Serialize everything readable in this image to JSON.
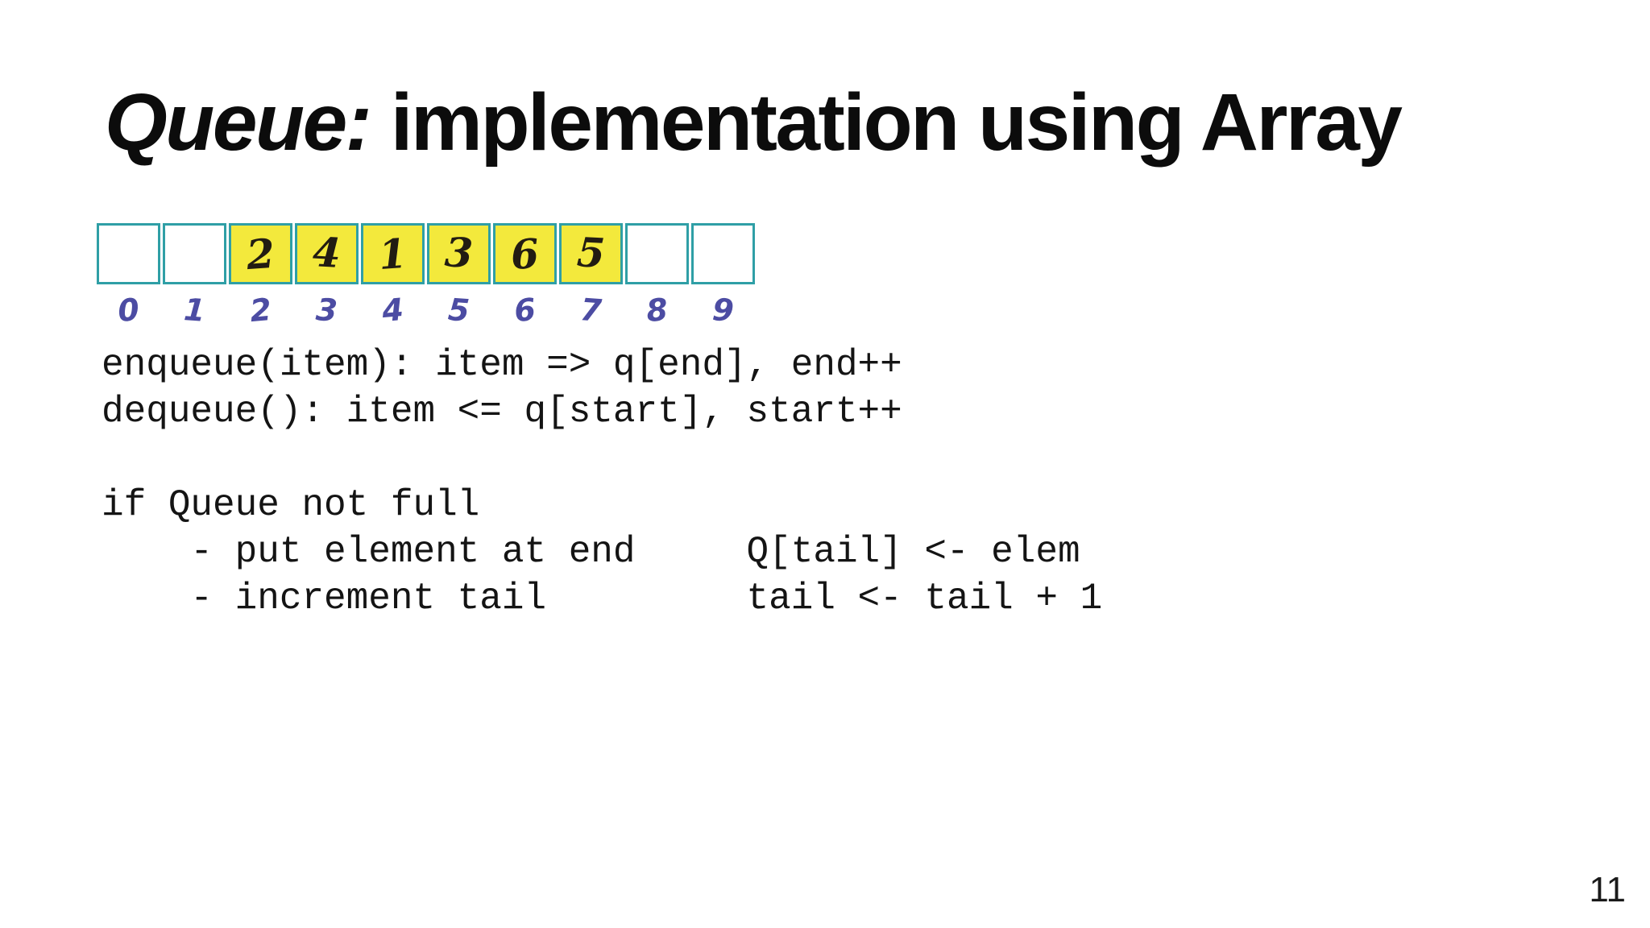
{
  "title": {
    "emphasis": "Queue:",
    "rest": " implementation using Array"
  },
  "page_number": "11",
  "array_diagram": {
    "values": [
      "",
      "",
      "2",
      "4",
      "1",
      "3",
      "6",
      "5",
      "",
      ""
    ],
    "highlighted": [
      false,
      false,
      true,
      true,
      true,
      true,
      true,
      true,
      false,
      false
    ],
    "indices": [
      "0",
      "1",
      "2",
      "3",
      "4",
      "5",
      "6",
      "7",
      "8",
      "9"
    ],
    "colors": {
      "border": "#2f9fa6",
      "highlight_fill": "#f3e93c",
      "value_ink": "#221c12",
      "index_ink": "#4c4ca3"
    }
  },
  "pseudocode": {
    "lines": [
      "enqueue(item): item => q[end], end++",
      "dequeue(): item <= q[start], start++",
      "",
      "if Queue not full",
      "    - put element at end     Q[tail] <- elem",
      "    - increment tail         tail <- tail + 1"
    ]
  }
}
